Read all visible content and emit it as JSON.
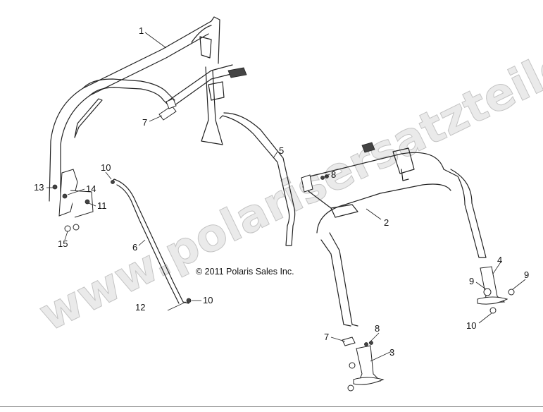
{
  "watermark": "www.polarisersatzteile.de",
  "copyright": "© 2011 Polaris Sales Inc.",
  "callouts": {
    "c1": "1",
    "c2": "2",
    "c3": "3",
    "c4": "4",
    "c5": "5",
    "c6": "6",
    "c7a": "7",
    "c7b": "7",
    "c8a": "8",
    "c8b": "8",
    "c9a": "9",
    "c9b": "9",
    "c10a": "10",
    "c10b": "10",
    "c10c": "10",
    "c11": "11",
    "c12": "12",
    "c13": "13",
    "c14": "14",
    "c15": "15"
  }
}
